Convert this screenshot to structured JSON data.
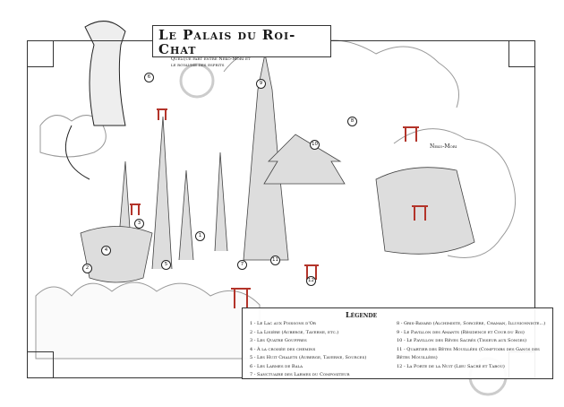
{
  "title": "Le Palais du Roi-Chat",
  "subtitle_lines": [
    "Quelque part entre Neko-Mori et",
    "le royaume des esprits"
  ],
  "place_labels": {
    "neko_mori": "Neko-Mori"
  },
  "legend": {
    "title": "Légende",
    "items": [
      {
        "num": "1",
        "text": "1 - Le Lac aux Poissons d'Or"
      },
      {
        "num": "2",
        "text": "2 - La Lisière (Auberge, Taverne, etc.)"
      },
      {
        "num": "3",
        "text": "3 - Les Quatre Gouffres"
      },
      {
        "num": "4",
        "text": "4 - À la croisée des chemins"
      },
      {
        "num": "5",
        "text": "5 - Les Huit Chalets (Auberge, Taverne, Sources)"
      },
      {
        "num": "6",
        "text": "6 - Les Larmes de Bala"
      },
      {
        "num": "7",
        "text": "7 - Sanctuaire des Larmes du Compositeur"
      },
      {
        "num": "8",
        "text": "8 - Gris-Bavard (Alchimiste, Sorcière, Chaman, Illusionniste...)"
      },
      {
        "num": "9",
        "text": "9 - Le Pavillon des Amants (Résidence et Cour du Roi)"
      },
      {
        "num": "10",
        "text": "10 - Le Pavillon des Rêves Sacrés (Tisseur aux Songes)"
      },
      {
        "num": "11",
        "text": "11 - Quartier des Bêtes Mouillées (Comptoirs des Gangs des Bêtes Mouillées)"
      },
      {
        "num": "12",
        "text": "12 - La Porte de la Nuit (Lieu Sacré et Tabou)"
      }
    ]
  },
  "colors": {
    "ink": "#1a1a1a",
    "torii": "#b3342a",
    "paper": "#ffffff"
  }
}
